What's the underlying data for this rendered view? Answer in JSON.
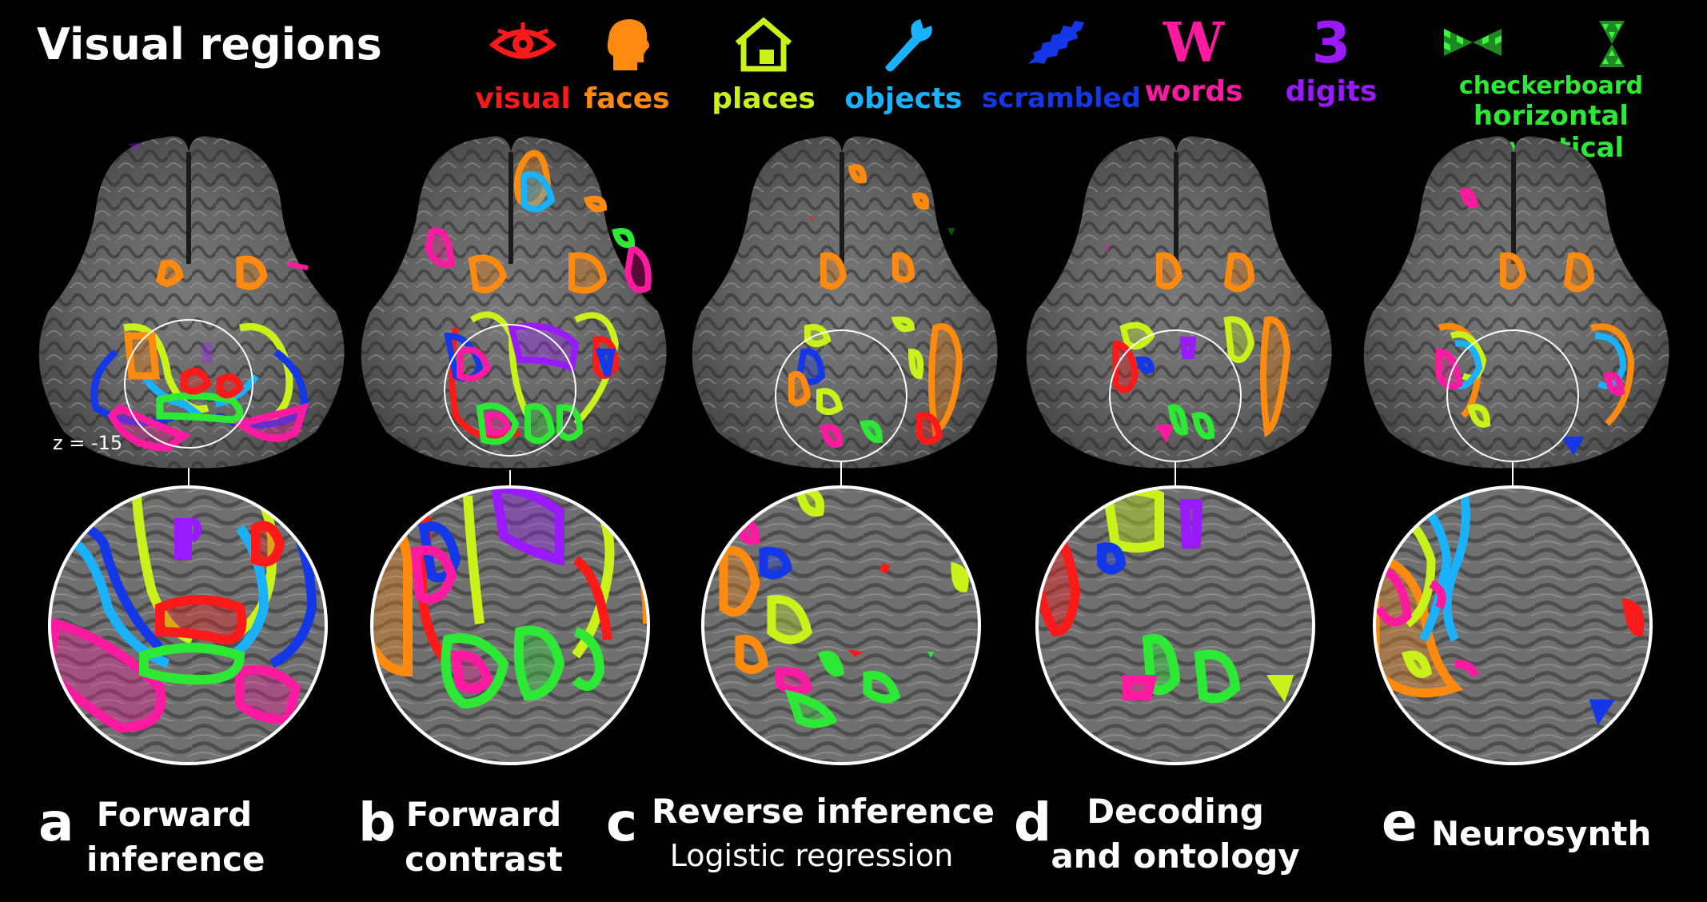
{
  "title": "Visual regions",
  "legend": [
    {
      "label": "visual",
      "color": "#ff1a1a",
      "icon": "eye-icon"
    },
    {
      "label": "faces",
      "color": "#ff8a10",
      "icon": "face-silhouette-icon"
    },
    {
      "label": "places",
      "color": "#c8f21a",
      "icon": "house-icon"
    },
    {
      "label": "objects",
      "color": "#1ab2ff",
      "icon": "wrench-icon"
    },
    {
      "label": "scrambled",
      "color": "#1438e8",
      "icon": "scrambled-shape-icon"
    },
    {
      "label": "words",
      "color": "#ff1aa0",
      "icon": "letter-w-icon",
      "glyph": "W"
    },
    {
      "label": "digits",
      "color": "#9a1aff",
      "icon": "digit-3-icon",
      "glyph": "3"
    }
  ],
  "checkerboard": {
    "line1": "checkerboard",
    "horizontal": "horizontal",
    "dash": " - ",
    "vertical": "vertical",
    "color": "#2ee836",
    "icons": [
      "horizontal-checkerboard-icon",
      "vertical-checkerboard-icon"
    ]
  },
  "slice_label": "z = -15",
  "panels": [
    {
      "letter": "a",
      "line1": "Forward",
      "line2": "inference"
    },
    {
      "letter": "b",
      "line1": "Forward",
      "line2": "contrast"
    },
    {
      "letter": "c",
      "line1": "Reverse inference",
      "line2": "Logistic regression"
    },
    {
      "letter": "d",
      "line1": "Decoding",
      "line2": "and ontology"
    },
    {
      "letter": "e",
      "line1": "Neurosynth",
      "line2": ""
    }
  ]
}
